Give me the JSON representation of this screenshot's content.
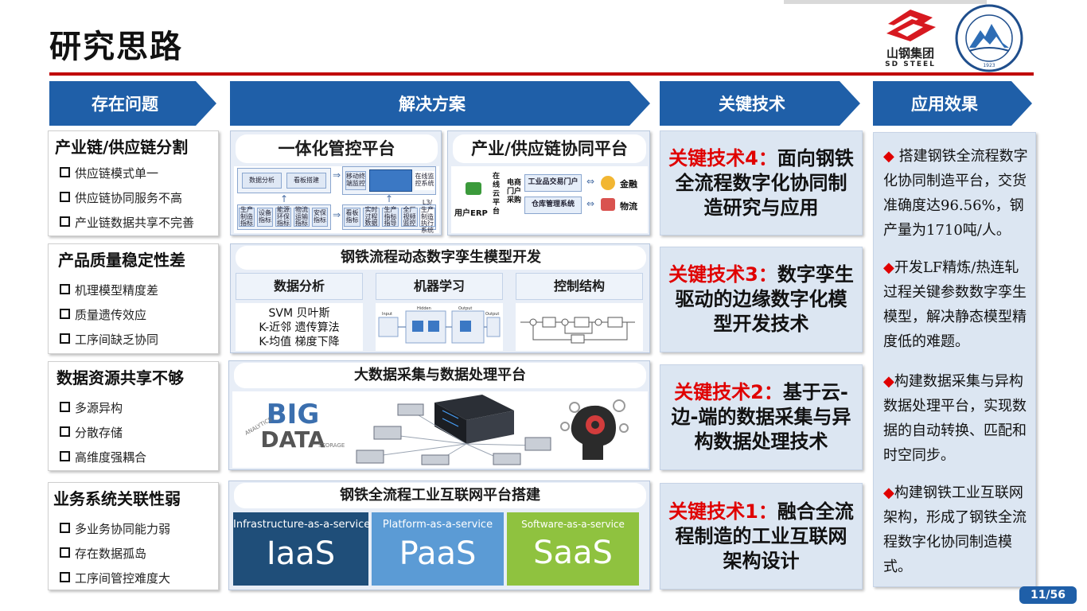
{
  "title": "研究思路",
  "logo": {
    "name": "山钢集团",
    "en": "SD STEEL",
    "univ_year": "1923"
  },
  "headers": [
    "存在问题",
    "解决方案",
    "关键技术",
    "应用效果"
  ],
  "problems": [
    {
      "title": "产业链/供应链分割",
      "items": [
        "供应链模式单一",
        "供应链协同服务不高",
        "产业链数据共享不完善"
      ]
    },
    {
      "title": "产品质量稳定性差",
      "items": [
        "机理模型精度差",
        "质量遗传效应",
        "工序间缺乏协同"
      ]
    },
    {
      "title": "数据资源共享不够",
      "items": [
        "多源异构",
        "分散存储",
        "高维度强耦合"
      ]
    },
    {
      "title": "业务系统关联性弱",
      "items": [
        "多业务协同能力弱",
        "存在数据孤岛",
        "工序间管控难度大"
      ]
    }
  ],
  "solutions": {
    "s1a": {
      "title": "一体化管控平台",
      "top_cells": [
        "数据分析",
        "看板搭建"
      ],
      "mid_cells": [
        "移动终端监控",
        "在线监控系统"
      ],
      "bottom_cells": [
        "生产制造指标",
        "设备指标",
        "能源环保指标",
        "物流运输指标",
        "安保指标",
        "看板指标",
        "实时过程数据",
        "生产指标指导",
        "全厂视频监控",
        "L3/生产制造执行系统"
      ]
    },
    "s1b": {
      "title": "产业/供应链协同平台",
      "left": "用户ERP",
      "vertical": "在线云平台",
      "mid": "电商门户采购",
      "boxes": [
        "工业品交易门户",
        "仓库管理系统"
      ],
      "right": [
        "金融",
        "物流"
      ]
    },
    "s2": {
      "title": "钢铁流程动态数字孪生模型开发",
      "subs": [
        "数据分析",
        "机器学习",
        "控制结构"
      ],
      "algos": [
        "SVM 贝叶斯",
        "K-近邻 遗传算法",
        "K-均值 梯度下降"
      ],
      "nn_labels": [
        "Input",
        "Hidden",
        "Output",
        "Output"
      ]
    },
    "s3": {
      "title": "大数据采集与数据处理平台",
      "big": "BIG",
      "data": "DATA",
      "side": [
        "ANALYTICS",
        "STORAGE"
      ]
    },
    "s4": {
      "title": "钢铁全流程工业互联网平台搭建",
      "clouds": [
        {
          "label": "Infrastructure-as-a-service",
          "abbr": "IaaS",
          "color": "#1f4e79"
        },
        {
          "label": "Platform-as-a-service",
          "abbr": "PaaS",
          "color": "#5b9bd5"
        },
        {
          "label": "Software-as-a-service",
          "abbr": "SaaS",
          "color": "#8fc23f"
        }
      ]
    }
  },
  "keytech": [
    {
      "label": "关键技术4：",
      "rest": "面向钢铁全流程数字化协同制造研究与应用"
    },
    {
      "label": "关键技术3：",
      "rest": "数字孪生驱动的边缘数字化模型开发技术"
    },
    {
      "label": "关键技术2：",
      "rest": "基于云-边-端的数据采集与异构数据处理技术"
    },
    {
      "label": "关键技术1：",
      "rest": "融合全流程制造的工业互联网架构设计"
    }
  ],
  "effects": [
    {
      "diamond": "◆",
      "text": " 搭建钢铁全流程数字化协同制造平台，交货准确度达96.56%，钢产量为1710吨/人。"
    },
    {
      "diamond": "◆",
      "text": "开发LF精炼/热连轧过程关键参数数字孪生模型，解决静态模型精度低的难题。"
    },
    {
      "diamond": "◆",
      "text": "构建数据采集与异构数据处理平台，实现数据的自动转换、匹配和时空同步。"
    },
    {
      "diamond": "◆",
      "text": "构建钢铁工业互联网架构，形成了钢铁全流程数字化协同制造模式。"
    }
  ],
  "page": "11/56",
  "colors": {
    "accent": "#1f5fa8",
    "rule": "#c00000",
    "keytech_red": "#e00000"
  }
}
